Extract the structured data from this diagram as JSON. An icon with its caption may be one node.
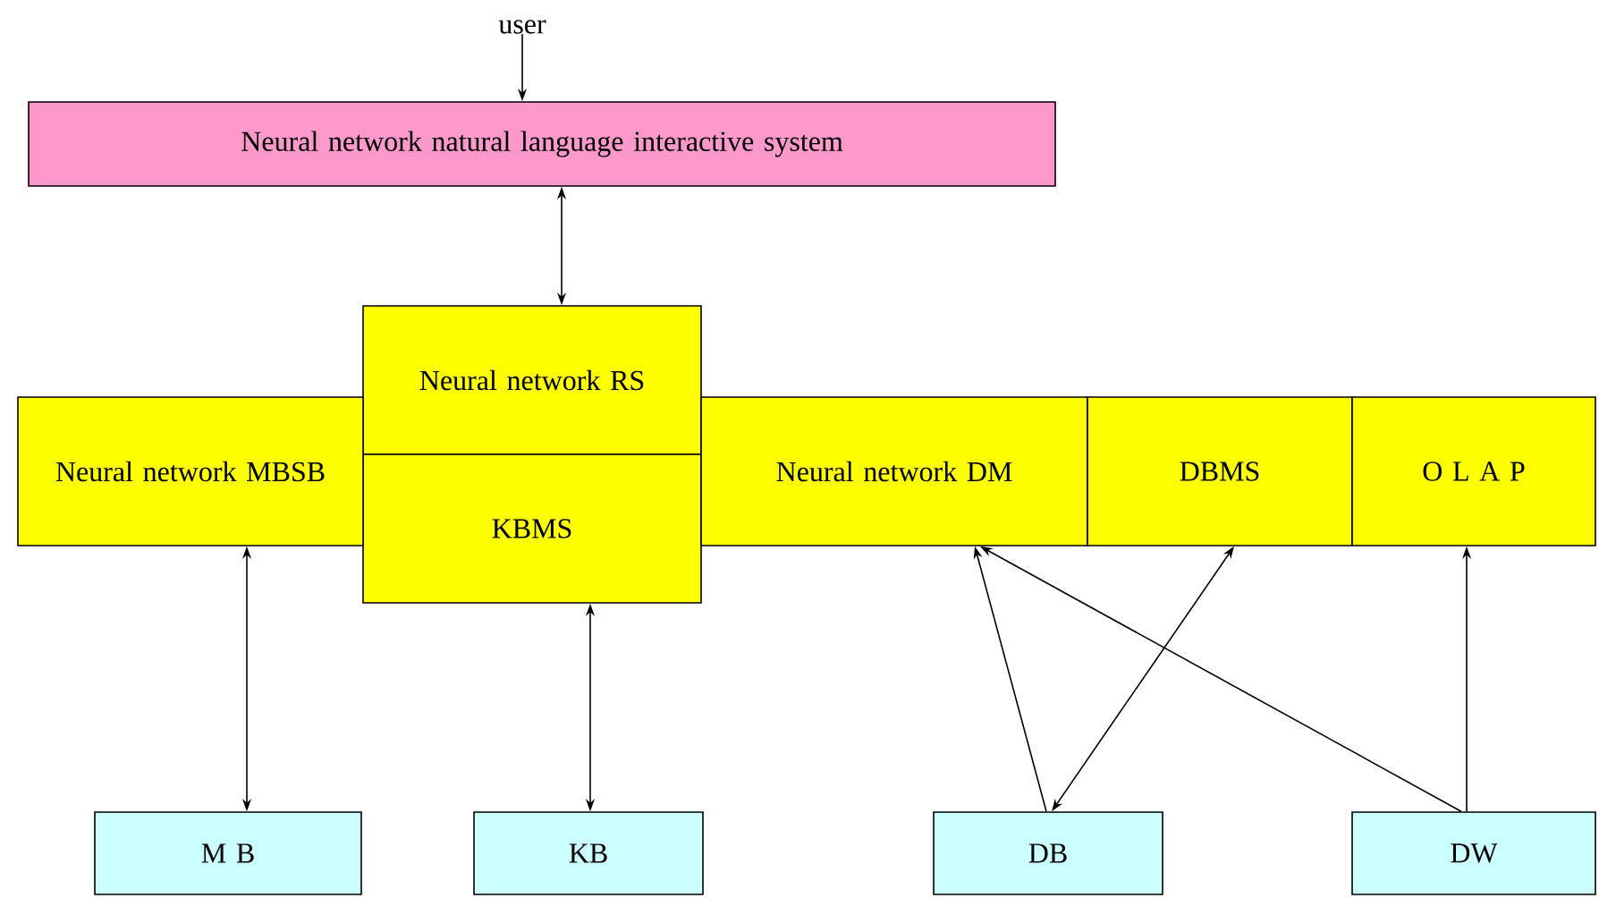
{
  "diagram": {
    "nodes": [
      {
        "text": [
          "user"
        ]
      },
      {
        "text": [
          "Neural network natural language interactive system"
        ]
      },
      {
        "text": [
          "Neural network RS"
        ]
      },
      {
        "text": [
          "KBMS"
        ]
      },
      {
        "text": [
          "Neural network MBSB"
        ]
      },
      {
        "text": [
          "Neural network DM"
        ]
      },
      {
        "text": [
          "DBMS"
        ]
      },
      {
        "text": [
          "O L A P"
        ]
      },
      {
        "text": [
          "M B"
        ]
      },
      {
        "text": [
          "KB"
        ]
      },
      {
        "text": [
          "DB"
        ]
      },
      {
        "text": [
          "DW"
        ]
      }
    ],
    "edges": [
      {
        "from": 0,
        "to": 1,
        "arrow": "to"
      },
      {
        "from": 1,
        "to": 2,
        "arrow": "both"
      },
      {
        "from": 4,
        "to": 8,
        "arrow": "both"
      },
      {
        "from": 3,
        "to": 9,
        "arrow": "both"
      },
      {
        "from": 10,
        "to": 5,
        "arrow": "to"
      },
      {
        "from": 11,
        "to": 5,
        "arrow": "to"
      },
      {
        "from": 10,
        "to": 6,
        "arrow": "both"
      },
      {
        "from": 11,
        "to": 7,
        "arrow": "to"
      }
    ]
  }
}
